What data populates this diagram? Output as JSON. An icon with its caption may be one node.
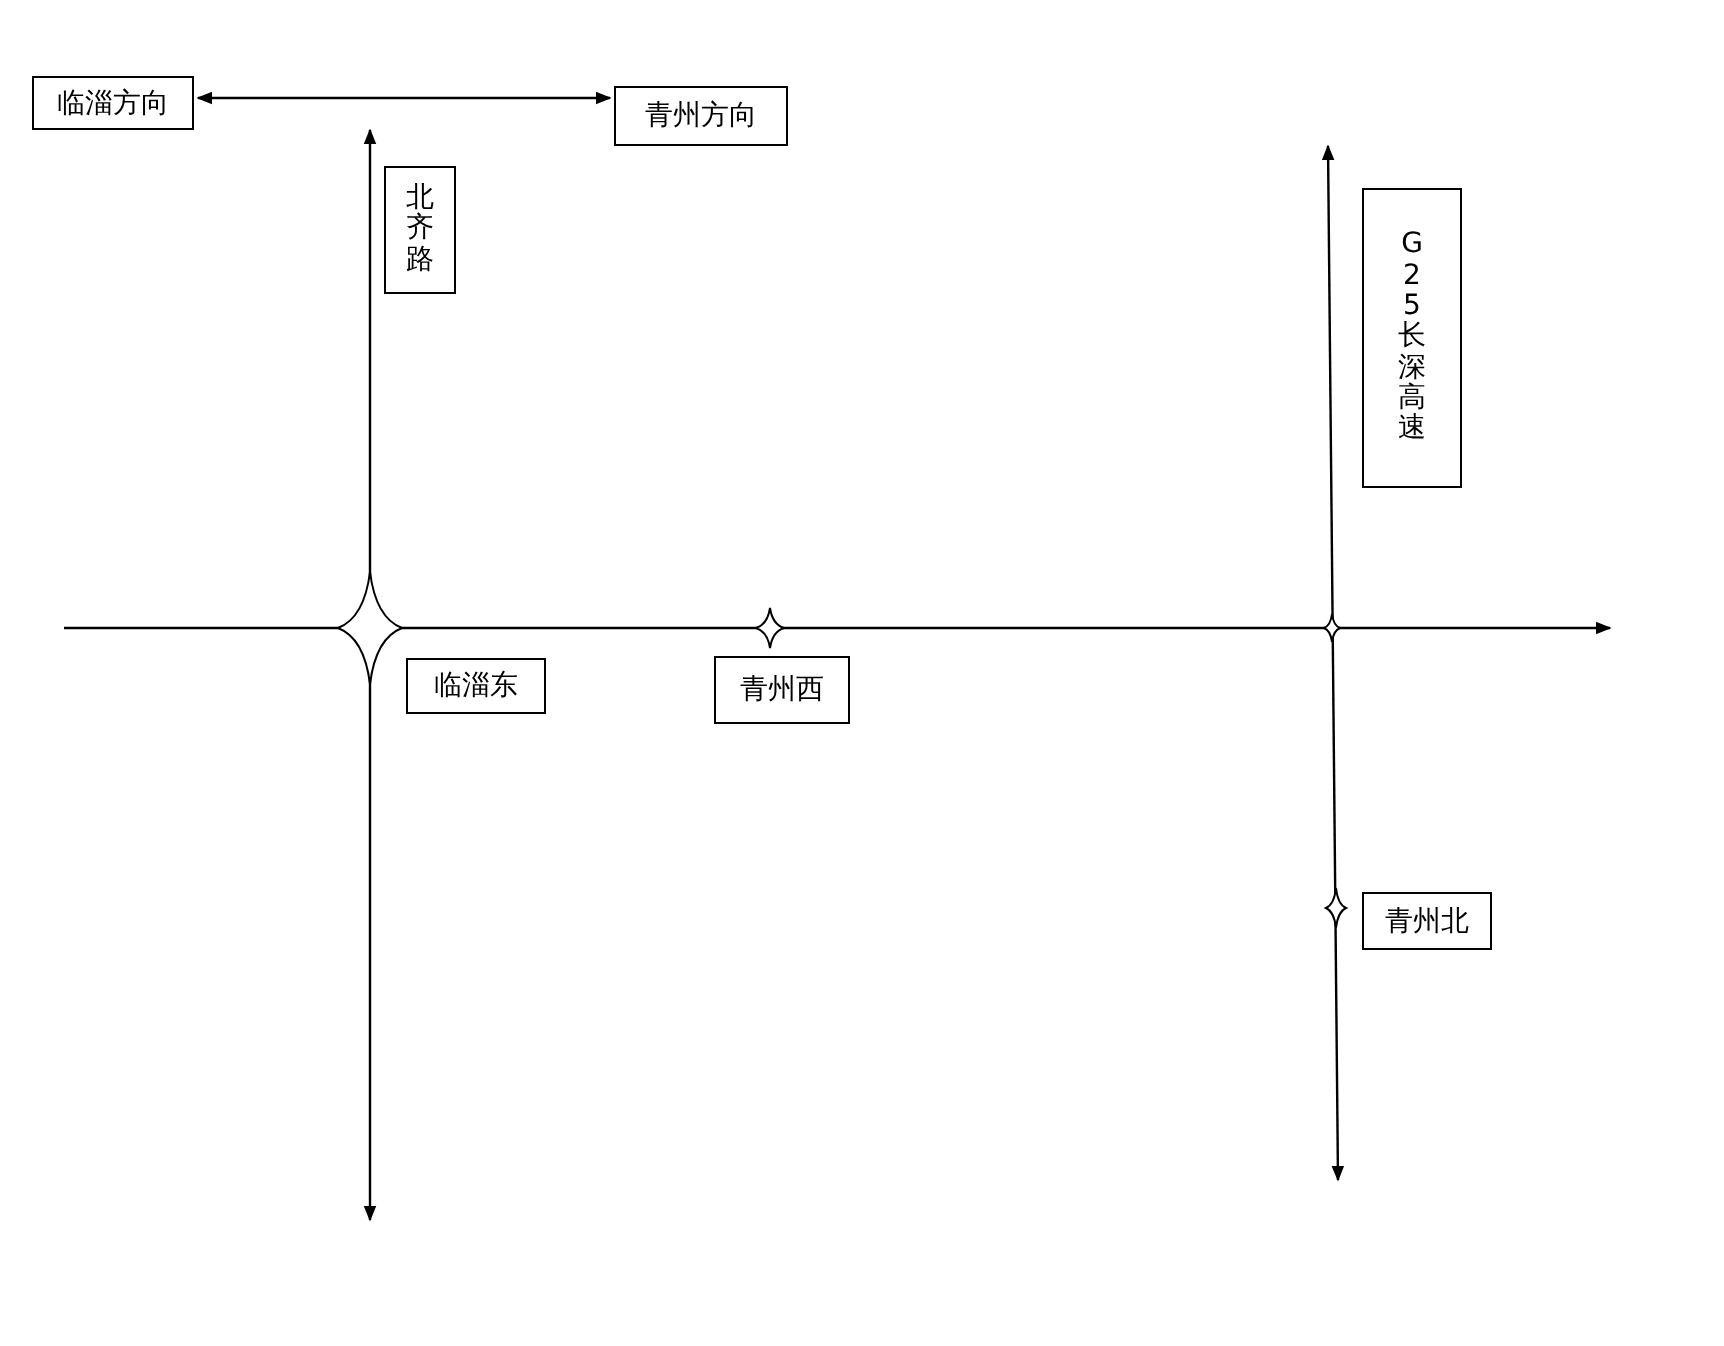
{
  "diagram": {
    "nodes": [
      {
        "text": [
          "临淄方向"
        ]
      },
      {
        "text": [
          "青州方向"
        ]
      },
      {
        "text": [
          "北齐路"
        ]
      },
      {
        "text": [
          "G25 长深高速"
        ]
      },
      {
        "text": [
          "临淄东"
        ]
      },
      {
        "text": [
          "青州西"
        ]
      },
      {
        "text": [
          "青州北"
        ]
      }
    ],
    "edges": [
      {
        "from": 0,
        "to": 1,
        "arrow": "both"
      }
    ]
  }
}
